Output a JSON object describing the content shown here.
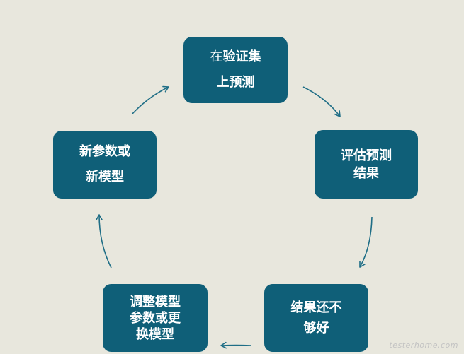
{
  "diagram": {
    "nodes": [
      {
        "id": "validate",
        "lines": [
          {
            "parts": [
              {
                "text": "在",
                "weight": "normal"
              },
              {
                "text": "验证集",
                "weight": "bold"
              }
            ]
          },
          {
            "parts": [
              {
                "text": "上预测",
                "weight": "bold"
              }
            ]
          }
        ]
      },
      {
        "id": "evaluate",
        "lines": [
          {
            "parts": [
              {
                "text": "评估预测",
                "weight": "bold"
              }
            ]
          },
          {
            "parts": [
              {
                "text": "结果",
                "weight": "bold"
              }
            ]
          }
        ]
      },
      {
        "id": "notgood",
        "lines": [
          {
            "parts": [
              {
                "text": "结果还不",
                "weight": "bold"
              }
            ]
          },
          {
            "parts": [
              {
                "text": "够好",
                "weight": "bold"
              }
            ]
          }
        ]
      },
      {
        "id": "tune",
        "lines": [
          {
            "parts": [
              {
                "text": "调整模型",
                "weight": "bold"
              }
            ]
          },
          {
            "parts": [
              {
                "text": "参数或更",
                "weight": "bold"
              }
            ]
          },
          {
            "parts": [
              {
                "text": "换模型",
                "weight": "bold"
              }
            ]
          }
        ]
      },
      {
        "id": "newparam",
        "lines": [
          {
            "parts": [
              {
                "text": "新参数或",
                "weight": "bold"
              }
            ]
          },
          {
            "parts": [
              {
                "text": "新模型",
                "weight": "bold"
              }
            ]
          }
        ]
      }
    ],
    "edges": [
      {
        "from": "validate",
        "to": "evaluate"
      },
      {
        "from": "evaluate",
        "to": "notgood"
      },
      {
        "from": "notgood",
        "to": "tune"
      },
      {
        "from": "tune",
        "to": "newparam"
      },
      {
        "from": "newparam",
        "to": "validate"
      }
    ],
    "colors": {
      "node_fill": "#0f5f78",
      "node_text": "#ffffff",
      "arrow": "#1f6e86",
      "background": "#e8e7dd"
    }
  },
  "watermark": "testerhome.com"
}
